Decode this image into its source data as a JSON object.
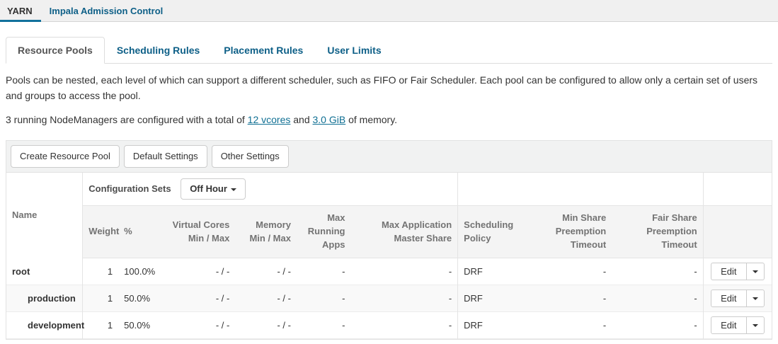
{
  "colors": {
    "link_teal": "#0d5f87",
    "body_link_teal": "#0f6f93",
    "active_tab_underline": "#11719c",
    "header_band": "#f4f4f4",
    "row_stripe": "#f9f9f9"
  },
  "top_tabs": [
    {
      "label": "YARN",
      "active": true
    },
    {
      "label": "Impala Admission Control",
      "active": false
    }
  ],
  "sub_tabs": [
    {
      "label": "Resource Pools",
      "active": true
    },
    {
      "label": "Scheduling Rules",
      "active": false
    },
    {
      "label": "Placement Rules",
      "active": false
    },
    {
      "label": "User Limits",
      "active": false
    }
  ],
  "intro": {
    "description": "Pools can be nested, each level of which can support a different scheduler, such as FIFO or Fair Scheduler. Each pool can be configured to allow only a certain set of users and groups to access the pool.",
    "summary_prefix": "3 running NodeManagers are configured with a total of ",
    "vcores_link": "12 vcores",
    "summary_and": " and ",
    "memory_link": "3.0 GiB",
    "summary_suffix": " of memory."
  },
  "toolbar": {
    "create_pool": "Create Resource Pool",
    "default_settings": "Default Settings",
    "other_settings": "Other Settings"
  },
  "table": {
    "config_sets_label": "Configuration Sets",
    "config_set_selected": "Off Hour",
    "columns": {
      "name": "Name",
      "weight": "Weight",
      "percent": "%",
      "vcores": "Virtual Cores Min / Max",
      "memory": "Memory Min / Max",
      "max_running_apps": "Max Running Apps",
      "max_am_share": "Max Application Master Share",
      "scheduling_policy": "Scheduling Policy",
      "min_share_timeout": "Min Share Preemption Timeout",
      "fair_share_timeout": "Fair Share Preemption Timeout"
    },
    "edit_label": "Edit",
    "rows": [
      {
        "name": "root",
        "indent": false,
        "weight": "1",
        "percent": "100.0%",
        "vcores": "- / -",
        "memory": "- / -",
        "max_running_apps": "-",
        "max_am_share": "-",
        "scheduling_policy": "DRF",
        "min_share_timeout": "-",
        "fair_share_timeout": "-"
      },
      {
        "name": "production",
        "indent": true,
        "weight": "1",
        "percent": "50.0%",
        "vcores": "- / -",
        "memory": "- / -",
        "max_running_apps": "-",
        "max_am_share": "-",
        "scheduling_policy": "DRF",
        "min_share_timeout": "-",
        "fair_share_timeout": "-"
      },
      {
        "name": "development",
        "indent": true,
        "weight": "1",
        "percent": "50.0%",
        "vcores": "- / -",
        "memory": "- / -",
        "max_running_apps": "-",
        "max_am_share": "-",
        "scheduling_policy": "DRF",
        "min_share_timeout": "-",
        "fair_share_timeout": "-"
      }
    ]
  }
}
